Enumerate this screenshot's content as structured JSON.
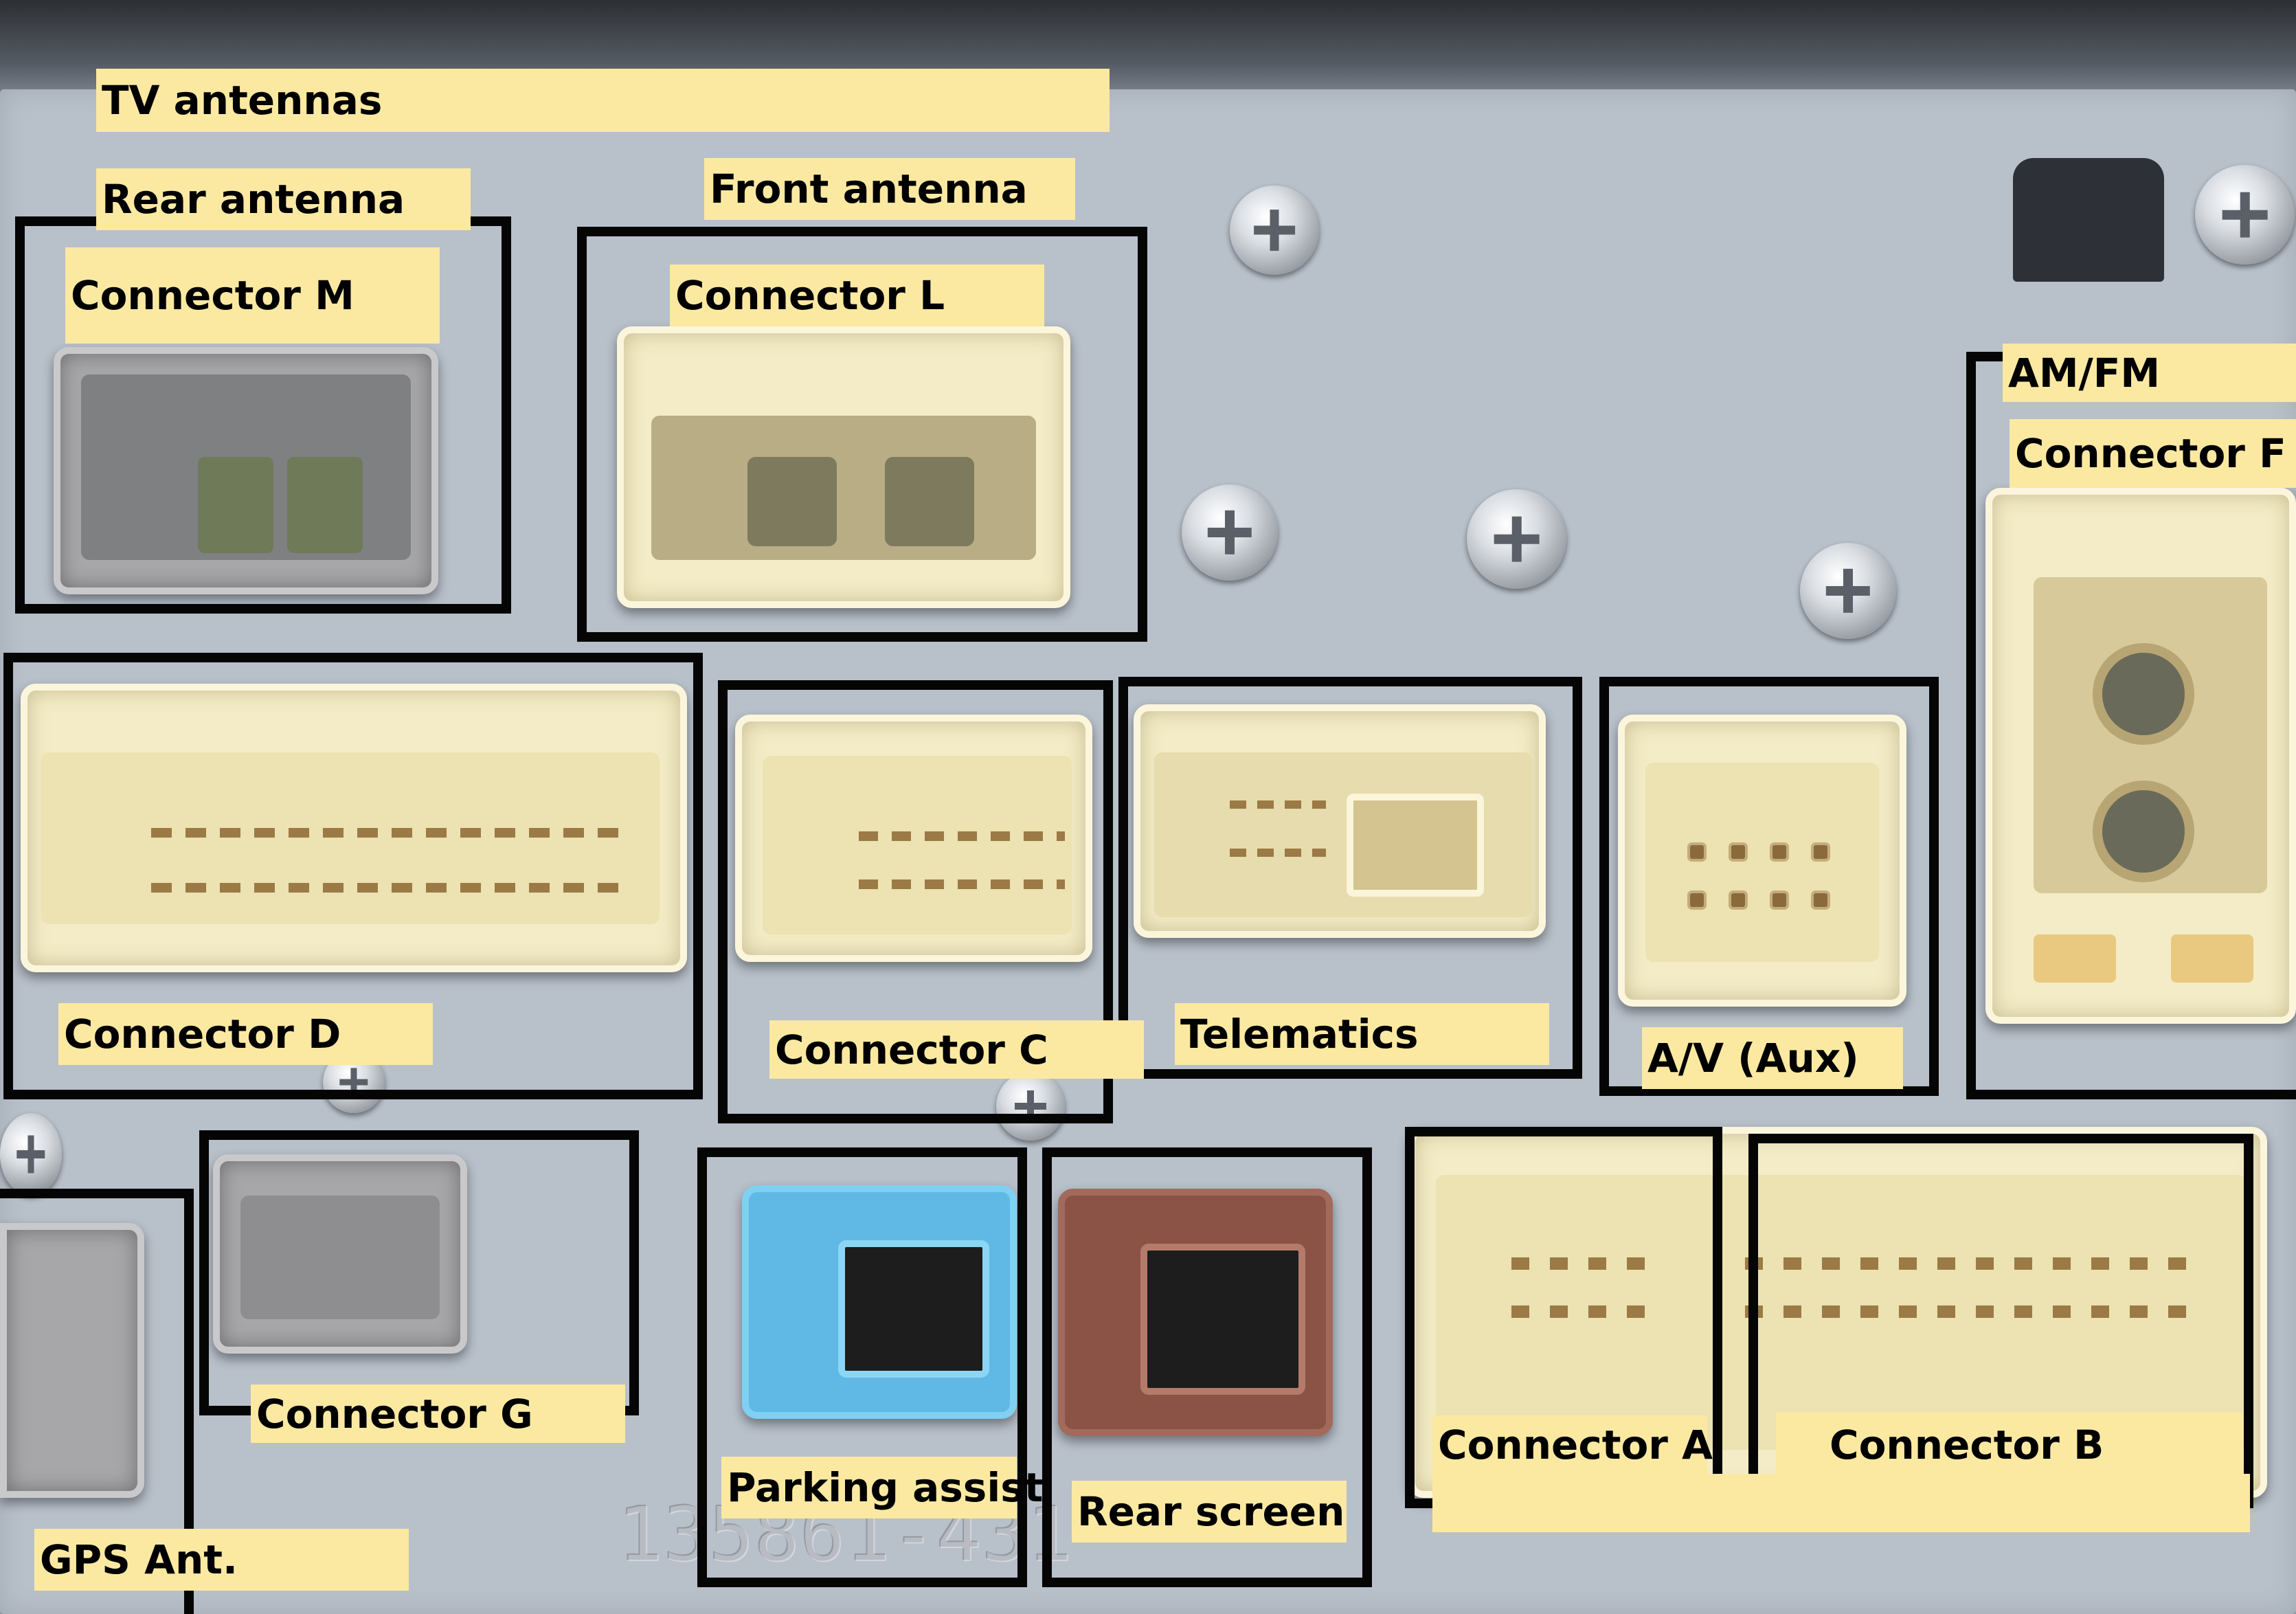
{
  "labels": {
    "tv_antennas": "TV antennas",
    "rear_antenna": "Rear antenna",
    "front_antenna": "Front antenna",
    "connector_m": "Connector M",
    "connector_l": "Connector L",
    "am_fm": "AM/FM",
    "connector_f": "Connector F",
    "connector_d": "Connector D",
    "connector_c": "Connector C",
    "telematics": "Telematics",
    "av_aux": "A/V (Aux)",
    "connector_g": "Connector G",
    "gps_ant": "GPS Ant.",
    "parking_assist": "Parking assist",
    "rear_screen": "Rear screen",
    "connector_a": "Connector A",
    "connector_b": "Connector B"
  },
  "embossed_text": "135861-431",
  "colors": {
    "label_bg": "#fbe9a2",
    "box_border": "#050505",
    "cream_connector": "#f3ecc6",
    "gray_connector": "#a7a7a9",
    "blue_connector": "#5fb9e4",
    "brown_connector": "#8b5346"
  }
}
